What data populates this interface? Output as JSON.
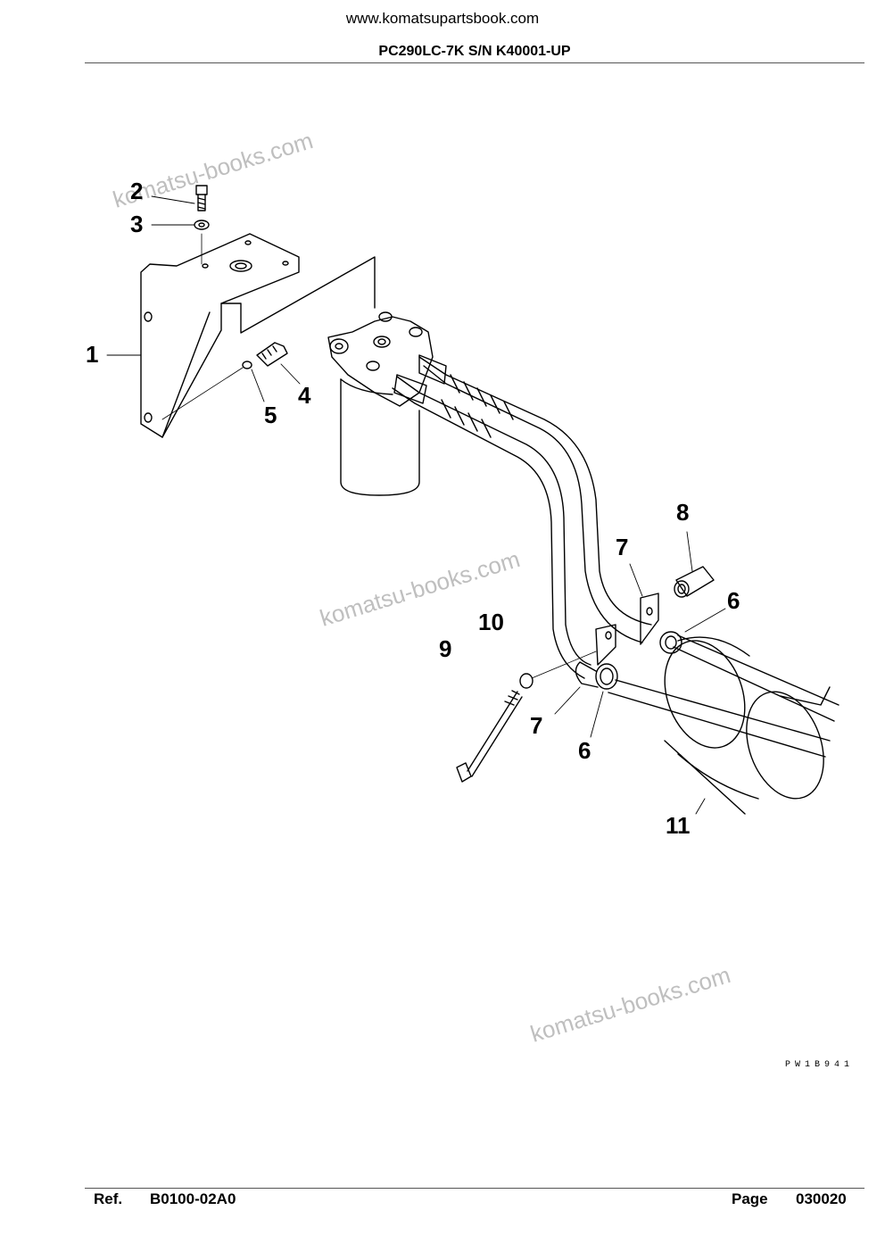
{
  "header": {
    "site_url": "www.komatsupartsbook.com",
    "model": "PC290LC-7K S/N K40001-UP"
  },
  "watermarks": [
    "komatsu-books.com",
    "komatsu-books.com",
    "komatsu-books.com"
  ],
  "callouts": {
    "c1": "1",
    "c2": "2",
    "c3": "3",
    "c4": "4",
    "c5": "5",
    "c6a": "6",
    "c6b": "6",
    "c7a": "7",
    "c7b": "7",
    "c8": "8",
    "c9": "9",
    "c10": "10",
    "c11": "11"
  },
  "drawing_code": "PW1B941",
  "footer": {
    "ref_label": "Ref.",
    "ref_value": "B0100-02A0",
    "page_label": "Page",
    "page_value": "030020"
  }
}
